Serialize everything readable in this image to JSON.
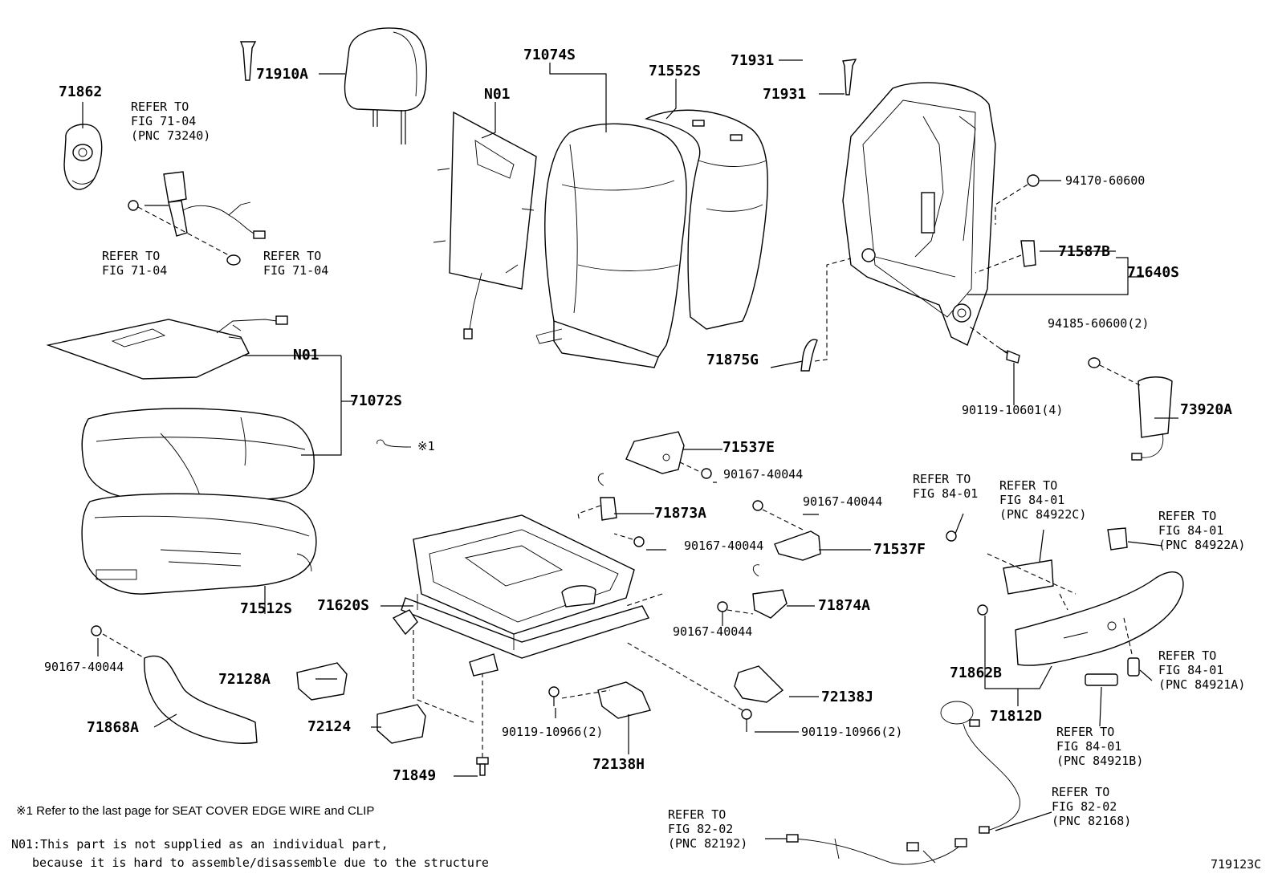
{
  "parts": {
    "p71862": "71862",
    "p71910A": "71910A",
    "p71074S": "71074S",
    "pN01_back": "N01",
    "p71552S": "71552S",
    "p71931_a": "71931",
    "p71931_b": "71931",
    "p94170": "94170-60600",
    "p71587B": "71587B",
    "p71640S": "71640S",
    "p94185": "94185-60600(2)",
    "p71875G": "71875G",
    "p90119_10601": "90119-10601(4)",
    "p73920A": "73920A",
    "pN01_cushion": "N01",
    "p71072S": "71072S",
    "p71512S": "71512S",
    "p71537E": "71537E",
    "p90167_a": "90167-40044",
    "p90167_b": "90167-40044",
    "p71873A": "71873A",
    "p90167_c": "90167-40044",
    "p71537F": "71537F",
    "p71620S": "71620S",
    "p71874A": "71874A",
    "p90167_d": "90167-40044",
    "p90167_e": "90167-40044",
    "p72128A": "72128A",
    "p71868A": "71868A",
    "p72124": "72124",
    "p72138J": "72138J",
    "p90119_10966_a": "90119-10966(2)",
    "p90119_10966_b": "90119-10966(2)",
    "p72138H": "72138H",
    "p71849": "71849",
    "p71862B": "71862B",
    "p71812D": "71812D"
  },
  "refs": {
    "belt_top": [
      "REFER TO",
      "FIG 71-04",
      "(PNC 73240)"
    ],
    "belt_left": [
      "REFER TO",
      "FIG 71-04"
    ],
    "belt_right": [
      "REFER TO",
      "FIG 71-04"
    ],
    "fig84_left": [
      "REFER TO",
      "FIG 84-01"
    ],
    "fig84_mid": [
      "REFER TO",
      "FIG 84-01",
      "(PNC 84922C)"
    ],
    "fig84_right": [
      "REFER TO",
      "FIG 84-01",
      "(PNC 84922A)"
    ],
    "fig84_knob": [
      "REFER TO",
      "FIG 84-01",
      "(PNC 84921A)"
    ],
    "fig84_bottom": [
      "REFER TO",
      "FIG 84-01",
      "(PNC 84921B)"
    ],
    "fig82_left": [
      "REFER TO",
      "FIG 82-02",
      "(PNC 82192)"
    ],
    "fig82_right": [
      "REFER TO",
      "FIG 82-02",
      "(PNC 82168)"
    ]
  },
  "clip_marker": "※1",
  "notes": {
    "note1": "※1  Refer to the last page for SEAT COVER EDGE WIRE and CLIP",
    "n01_line1": "N01:This part is not supplied as an individual part,",
    "n01_line2": "because it is hard to assemble/disassemble due to the structure"
  },
  "figure_id": "719123C"
}
